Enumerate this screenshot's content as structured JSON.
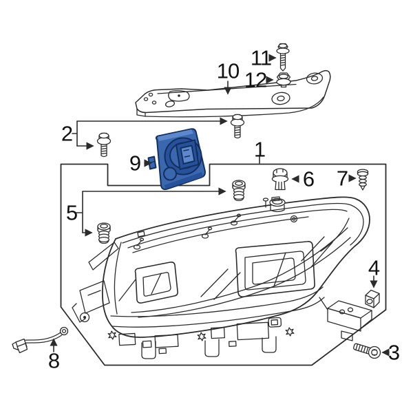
{
  "diagram": {
    "type": "exploded-parts-diagram",
    "background": "#ffffff",
    "line_color": "#2b2b2b",
    "text_color": "#111111",
    "module_colors": {
      "body": "#3a67ae",
      "shade": "#27529b",
      "light": "#5d88cb",
      "outline": "#122f5e"
    },
    "callouts": [
      {
        "label": "1"
      },
      {
        "label": "2"
      },
      {
        "label": "3"
      },
      {
        "label": "4"
      },
      {
        "label": "5"
      },
      {
        "label": "6"
      },
      {
        "label": "7"
      },
      {
        "label": "8"
      },
      {
        "label": "9"
      },
      {
        "label": "10"
      },
      {
        "label": "11"
      },
      {
        "label": "12"
      }
    ]
  }
}
